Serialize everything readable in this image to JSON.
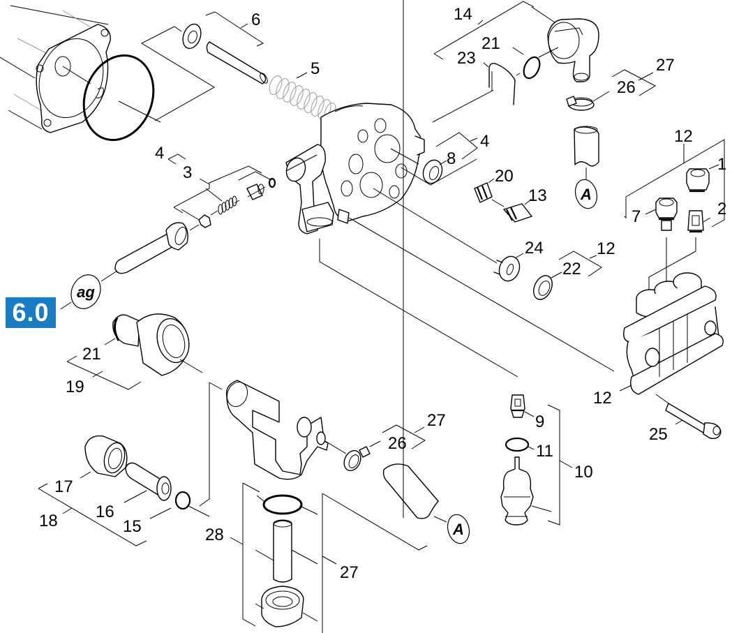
{
  "section_badge": {
    "label": "6.0",
    "color": "#1a7cc1"
  },
  "reference_markers": [
    {
      "id": "ag",
      "label": "ag"
    },
    {
      "id": "A-top",
      "label": "A"
    },
    {
      "id": "A-bottom",
      "label": "A"
    }
  ],
  "callouts": [
    {
      "id": "c6",
      "label": "6"
    },
    {
      "id": "c5",
      "label": "5"
    },
    {
      "id": "c14",
      "label": "14"
    },
    {
      "id": "c21a",
      "label": "21"
    },
    {
      "id": "c23",
      "label": "23"
    },
    {
      "id": "c27a",
      "label": "27"
    },
    {
      "id": "c26a",
      "label": "26"
    },
    {
      "id": "c4a",
      "label": "4"
    },
    {
      "id": "c3",
      "label": "3"
    },
    {
      "id": "c4b",
      "label": "4"
    },
    {
      "id": "c8",
      "label": "8"
    },
    {
      "id": "c20",
      "label": "20"
    },
    {
      "id": "c13",
      "label": "13"
    },
    {
      "id": "c12a",
      "label": "12"
    },
    {
      "id": "c1",
      "label": "1"
    },
    {
      "id": "c7",
      "label": "7"
    },
    {
      "id": "c2",
      "label": "2"
    },
    {
      "id": "c24",
      "label": "24"
    },
    {
      "id": "c12b",
      "label": "12"
    },
    {
      "id": "c22",
      "label": "22"
    },
    {
      "id": "c21b",
      "label": "21"
    },
    {
      "id": "c19",
      "label": "19"
    },
    {
      "id": "c27b",
      "label": "27"
    },
    {
      "id": "c26b",
      "label": "26"
    },
    {
      "id": "c9",
      "label": "9"
    },
    {
      "id": "c11",
      "label": "11"
    },
    {
      "id": "c10",
      "label": "10"
    },
    {
      "id": "c12c",
      "label": "12"
    },
    {
      "id": "c25",
      "label": "25"
    },
    {
      "id": "c17",
      "label": "17"
    },
    {
      "id": "c16",
      "label": "16"
    },
    {
      "id": "c18",
      "label": "18"
    },
    {
      "id": "c15",
      "label": "15"
    },
    {
      "id": "c28",
      "label": "28"
    },
    {
      "id": "c27c",
      "label": "27"
    }
  ]
}
